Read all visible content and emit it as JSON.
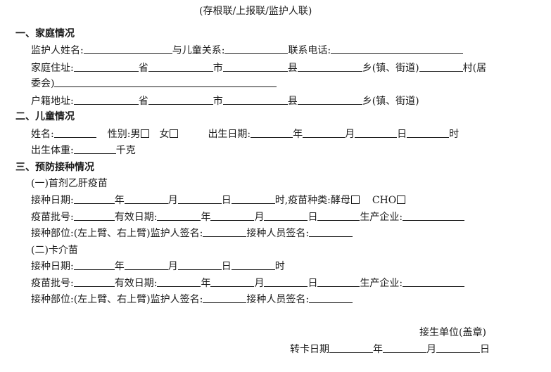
{
  "header": {
    "title": "(存根联/上报联/监护人联)"
  },
  "family": {
    "heading": "一、家庭情况",
    "guardian_name": "监护人姓名:",
    "relation": "与儿童关系:",
    "phone": "联系电话:",
    "address": "家庭住址:",
    "province": "省",
    "city": "市",
    "county": "县",
    "town": "乡(镇、街道)",
    "village": "村(居",
    "committee": "委会)",
    "hukou": "户籍地址:"
  },
  "child": {
    "heading": "二、儿童情况",
    "name": "姓名:",
    "gender_label": "性别:",
    "male": "男",
    "female": "女",
    "birth_date": "出生日期:",
    "year": "年",
    "month": "月",
    "day": "日",
    "hour": "时",
    "birth_weight": "出生体重:",
    "kg": "千克"
  },
  "vaccination": {
    "heading": "三、预防接种情况",
    "hepb": {
      "heading": "(一)首剂乙肝疫苗",
      "date": "接种日期:",
      "year": "年",
      "month": "月",
      "day": "日",
      "hour_type": "时,疫苗种类:",
      "yeast": "酵母",
      "cho": "CHO",
      "batch": "疫苗批号:",
      "expiry": "有效日期:",
      "manufacturer": "生产企业:",
      "site": "接种部位:(左上臂、右上臂)",
      "guardian_sig": "监护人签名:",
      "staff_sig": "接种人员签名:"
    },
    "bcg": {
      "heading": "(二)卡介苗",
      "date": "接种日期:",
      "year": "年",
      "month": "月",
      "day": "日",
      "hour": "时",
      "batch": "疫苗批号:",
      "expiry": "有效日期:",
      "manufacturer": "生产企业:",
      "site": "接种部位:(左上臂、右上臂)",
      "guardian_sig": "监护人签名:",
      "staff_sig": "接种人员签名:"
    }
  },
  "footer": {
    "unit": "接生单位(盖章)",
    "transfer_date": "转卡日期",
    "year": "年",
    "month": "月",
    "day": "日"
  }
}
